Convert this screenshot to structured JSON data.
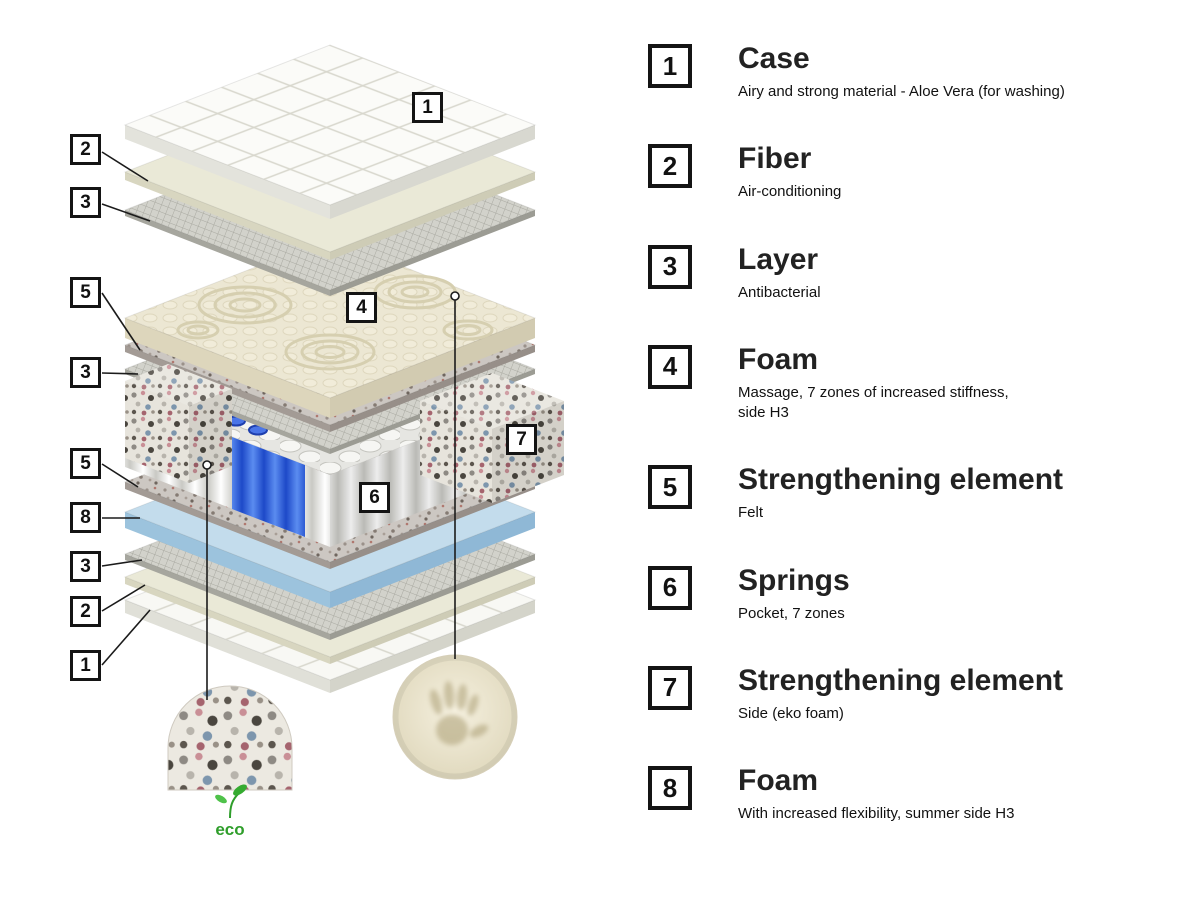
{
  "legend": {
    "items": [
      {
        "number": "1",
        "title": "Case",
        "description": "Airy and strong material - Aloe Vera (for washing)"
      },
      {
        "number": "2",
        "title": "Fiber",
        "description": "Air-conditioning"
      },
      {
        "number": "3",
        "title": "Layer",
        "description": "Antibacterial"
      },
      {
        "number": "4",
        "title": "Foam",
        "description": "Massage, 7 zones of increased stiffness,\n side H3"
      },
      {
        "number": "5",
        "title": "Strengthening element",
        "description": "Felt"
      },
      {
        "number": "6",
        "title": "Springs",
        "description": "Pocket, 7 zones"
      },
      {
        "number": "7",
        "title": "Strengthening element",
        "description": "Side (eko foam)"
      },
      {
        "number": "8",
        "title": "Foam",
        "description": "With increased flexibility, summer side H3"
      }
    ]
  },
  "diagram": {
    "markers": [
      {
        "id": "case-top",
        "label": "1"
      },
      {
        "id": "fiber-top",
        "label": "2"
      },
      {
        "id": "layer-top",
        "label": "3"
      },
      {
        "id": "felt-upper",
        "label": "5"
      },
      {
        "id": "massage-foam",
        "label": "4"
      },
      {
        "id": "layer-middle",
        "label": "3"
      },
      {
        "id": "side-foam",
        "label": "7"
      },
      {
        "id": "springs",
        "label": "6"
      },
      {
        "id": "felt-lower",
        "label": "5"
      },
      {
        "id": "summer-foam",
        "label": "8"
      },
      {
        "id": "layer-bottom",
        "label": "3"
      },
      {
        "id": "fiber-bottom",
        "label": "2"
      },
      {
        "id": "case-bottom",
        "label": "1"
      }
    ],
    "eco_label": "eco",
    "colors": {
      "blue_springs": "#2a55d4",
      "summer_foam": "#c3dcec",
      "eco_green": "#2f9e2b"
    }
  }
}
